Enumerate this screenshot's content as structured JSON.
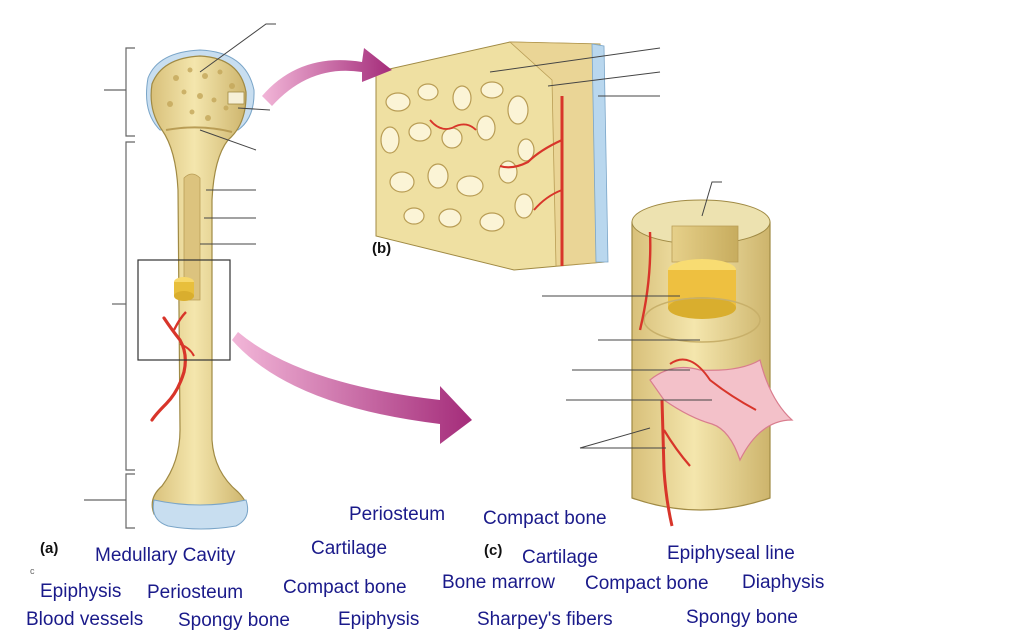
{
  "panels": {
    "a": "(a)",
    "b": "(b)",
    "c": "(c)"
  },
  "stray_mark": "c",
  "word_bank": [
    "Periosteum",
    "Compact bone",
    "Medullary Cavity",
    "Cartilage",
    "Cartilage",
    "Epiphyseal line",
    "Epiphysis",
    "Periosteum",
    "Compact bone",
    "Bone marrow",
    "Compact bone",
    "Diaphysis",
    "Blood vessels",
    "Spongy bone",
    "Epiphysis",
    "Sharpey's fibers",
    "Spongy bone"
  ],
  "colors": {
    "bone": "#eedc9a",
    "bone_dark": "#c9b36a",
    "cartilage": "#b9d7ee",
    "vessel": "#d8352a",
    "arrow": "#b03a86",
    "word_text": "#1a1a8a"
  }
}
